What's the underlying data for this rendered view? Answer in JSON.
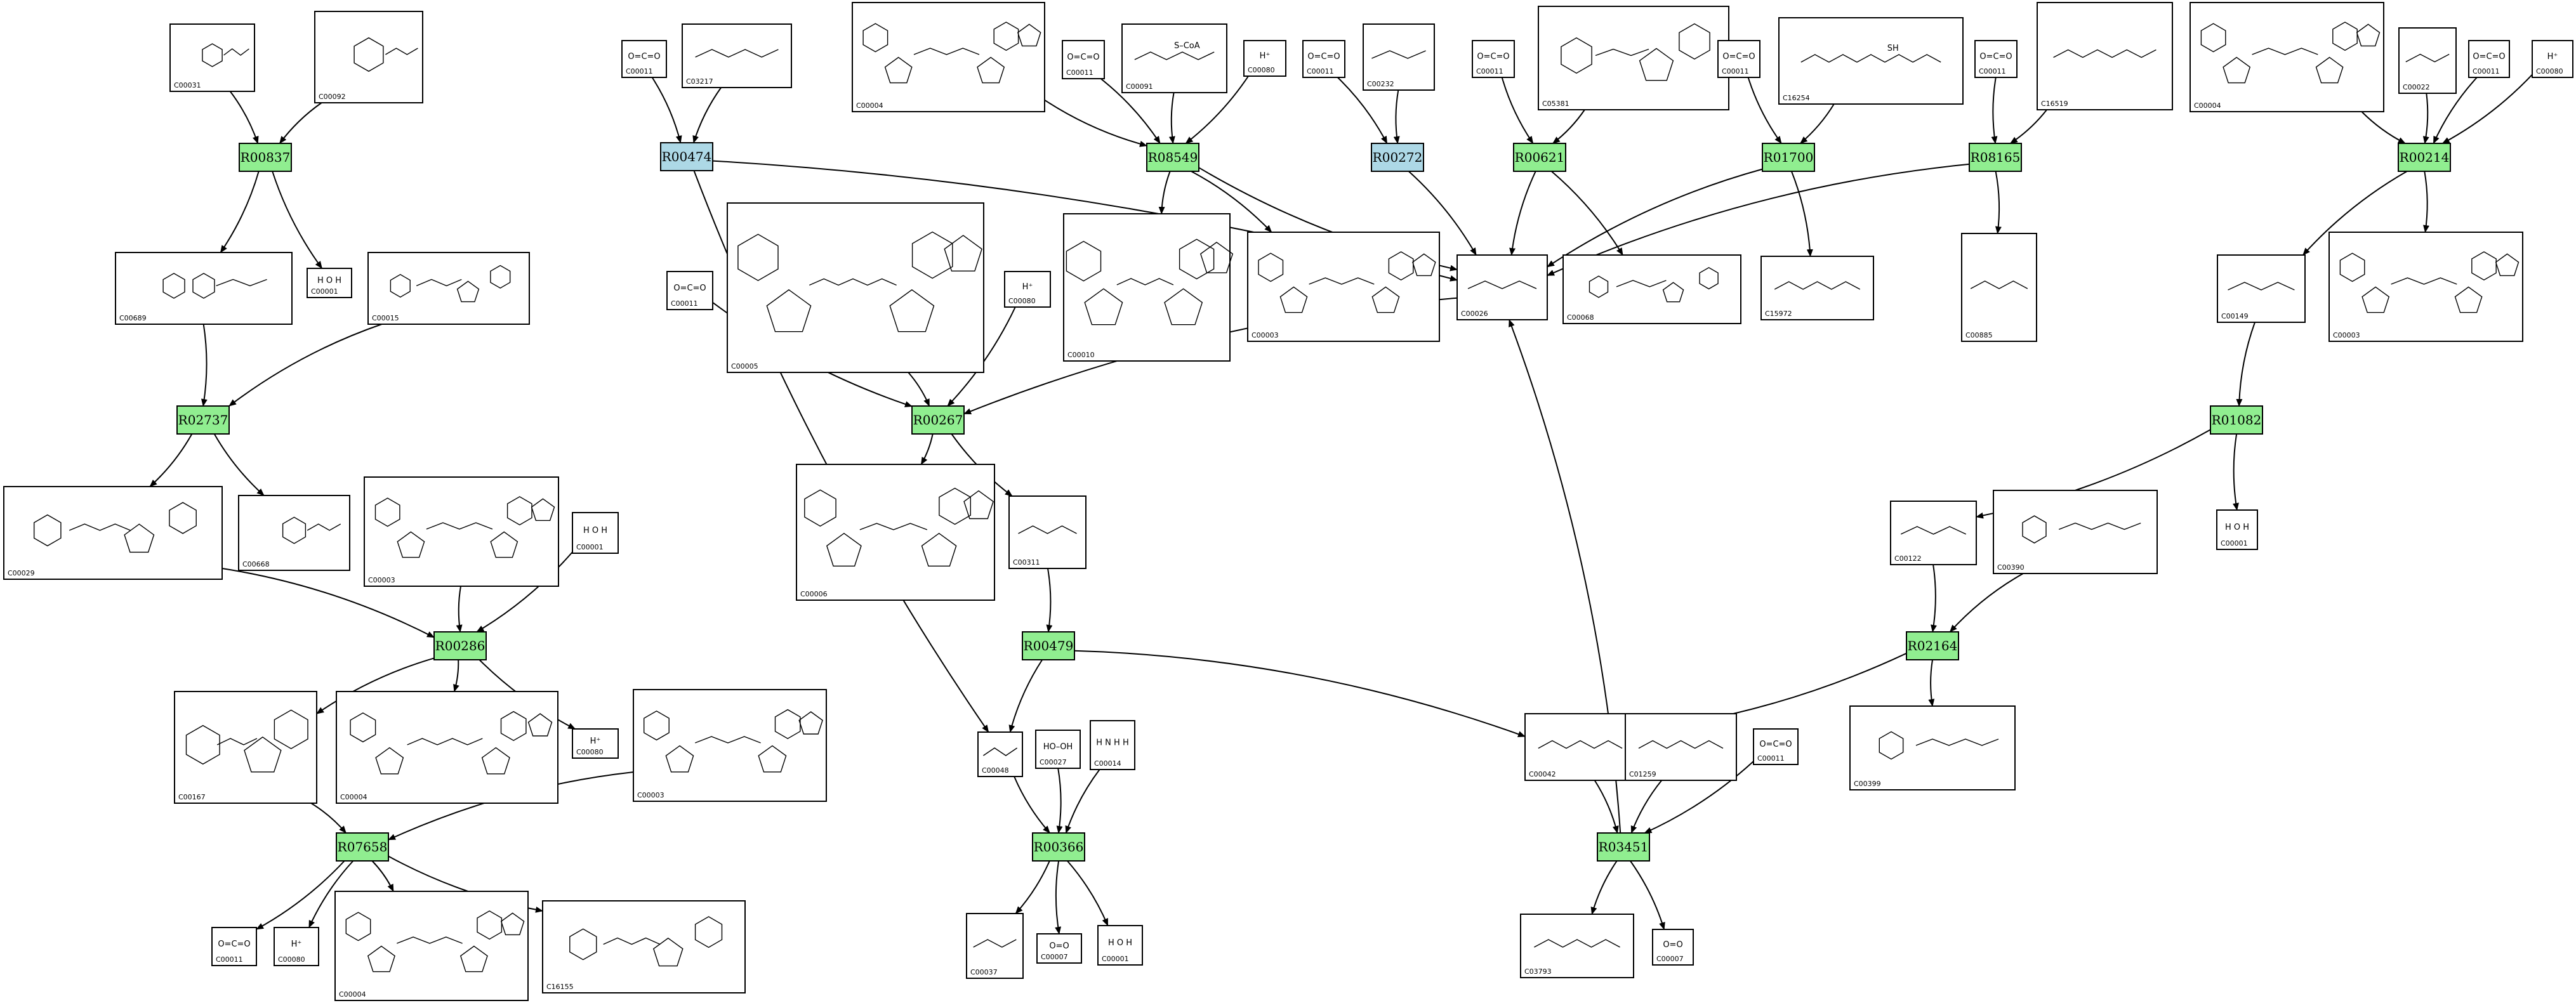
{
  "reactions": [
    {
      "id": "R00837",
      "type": "green"
    },
    {
      "id": "R02737",
      "type": "green"
    },
    {
      "id": "R00286",
      "type": "green"
    },
    {
      "id": "R07658",
      "type": "green"
    },
    {
      "id": "R00474",
      "type": "blue"
    },
    {
      "id": "R00267",
      "type": "green"
    },
    {
      "id": "R08549",
      "type": "green"
    },
    {
      "id": "R00272",
      "type": "blue"
    },
    {
      "id": "R00621",
      "type": "green"
    },
    {
      "id": "R00479",
      "type": "green"
    },
    {
      "id": "R00366",
      "type": "green"
    },
    {
      "id": "R01700",
      "type": "green"
    },
    {
      "id": "R08165",
      "type": "green"
    },
    {
      "id": "R00214",
      "type": "green"
    },
    {
      "id": "R01082",
      "type": "green"
    },
    {
      "id": "R02164",
      "type": "green"
    },
    {
      "id": "R03451",
      "type": "green"
    }
  ],
  "compounds": [
    {
      "key": "c00031",
      "id": "C00031",
      "kind": "sugar"
    },
    {
      "key": "c00092",
      "id": "C00092",
      "kind": "sugar"
    },
    {
      "key": "c00689",
      "id": "C00689",
      "kind": "sugar"
    },
    {
      "key": "c00001a",
      "id": "C00001",
      "kind": "text",
      "text": "H O H"
    },
    {
      "key": "c00015",
      "id": "C00015",
      "kind": "nucleotide"
    },
    {
      "key": "c00029",
      "id": "C00029",
      "kind": "nucleotide"
    },
    {
      "key": "c00668",
      "id": "C00668",
      "kind": "sugar"
    },
    {
      "key": "c00003a",
      "id": "C00003",
      "kind": "nad"
    },
    {
      "key": "c00001b",
      "id": "C00001",
      "kind": "text",
      "text": "H O H"
    },
    {
      "key": "c00167",
      "id": "C00167",
      "kind": "nucleotide"
    },
    {
      "key": "c00004a",
      "id": "C00004",
      "kind": "nad"
    },
    {
      "key": "c00080a",
      "id": "C00080",
      "kind": "text",
      "text": "H⁺"
    },
    {
      "key": "c00003b",
      "id": "C00003",
      "kind": "nad"
    },
    {
      "key": "c00011a",
      "id": "C00011",
      "kind": "text",
      "text": "O=C=O"
    },
    {
      "key": "c00080b",
      "id": "C00080",
      "kind": "text",
      "text": "H⁺"
    },
    {
      "key": "c00004b",
      "id": "C00004",
      "kind": "nad"
    },
    {
      "key": "c16155",
      "id": "C16155",
      "kind": "nucleotide"
    },
    {
      "key": "c00011b",
      "id": "C00011",
      "kind": "text",
      "text": "O=C=O"
    },
    {
      "key": "c03217",
      "id": "C03217",
      "kind": "acid"
    },
    {
      "key": "c00005",
      "id": "C00005",
      "kind": "nad"
    },
    {
      "key": "c00011c",
      "id": "C00011",
      "kind": "text",
      "text": "O=C=O"
    },
    {
      "key": "c00080c",
      "id": "C00080",
      "kind": "text",
      "text": "H⁺"
    },
    {
      "key": "c00006",
      "id": "C00006",
      "kind": "nad"
    },
    {
      "key": "c00311",
      "id": "C00311",
      "kind": "acid"
    },
    {
      "key": "c00048",
      "id": "C00048",
      "kind": "acid"
    },
    {
      "key": "c00027",
      "id": "C00027",
      "kind": "text",
      "text": "HO–OH"
    },
    {
      "key": "c00014",
      "id": "C00014",
      "kind": "text",
      "text": "H N H H"
    },
    {
      "key": "c00037",
      "id": "C00037",
      "kind": "acid"
    },
    {
      "key": "c00007a",
      "id": "C00007",
      "kind": "text",
      "text": "O=O"
    },
    {
      "key": "c00001c",
      "id": "C00001",
      "kind": "text",
      "text": "H O H"
    },
    {
      "key": "c00004c",
      "id": "C00004",
      "kind": "nad"
    },
    {
      "key": "c00011d",
      "id": "C00011",
      "kind": "text",
      "text": "O=C=O"
    },
    {
      "key": "c00091",
      "id": "C00091",
      "kind": "acid",
      "text": "S–CoA"
    },
    {
      "key": "c00080d",
      "id": "C00080",
      "kind": "text",
      "text": "H⁺"
    },
    {
      "key": "c00010",
      "id": "C00010",
      "kind": "nad"
    },
    {
      "key": "c00003c",
      "id": "C00003",
      "kind": "nad"
    },
    {
      "key": "c00011e",
      "id": "C00011",
      "kind": "text",
      "text": "O=C=O"
    },
    {
      "key": "c00232",
      "id": "C00232",
      "kind": "acid"
    },
    {
      "key": "c00011f",
      "id": "C00011",
      "kind": "text",
      "text": "O=C=O"
    },
    {
      "key": "c05381",
      "id": "C05381",
      "kind": "nucleotide"
    },
    {
      "key": "c00026",
      "id": "C00026",
      "kind": "acid"
    },
    {
      "key": "c00068",
      "id": "C00068",
      "kind": "nucleotide"
    },
    {
      "key": "c00011g",
      "id": "C00011",
      "kind": "text",
      "text": "O=C=O"
    },
    {
      "key": "c16254",
      "id": "C16254",
      "kind": "acid",
      "text": "SH"
    },
    {
      "key": "c15972",
      "id": "C15972",
      "kind": "acid"
    },
    {
      "key": "c00011h",
      "id": "C00011",
      "kind": "text",
      "text": "O=C=O"
    },
    {
      "key": "c16519",
      "id": "C16519",
      "kind": "acid"
    },
    {
      "key": "c00885",
      "id": "C00885",
      "kind": "acid"
    },
    {
      "key": "c00004d",
      "id": "C00004",
      "kind": "nad"
    },
    {
      "key": "c00022",
      "id": "C00022",
      "kind": "acid"
    },
    {
      "key": "c00011i",
      "id": "C00011",
      "kind": "text",
      "text": "O=C=O"
    },
    {
      "key": "c00080e",
      "id": "C00080",
      "kind": "text",
      "text": "H⁺"
    },
    {
      "key": "c00149",
      "id": "C00149",
      "kind": "acid"
    },
    {
      "key": "c00003d",
      "id": "C00003",
      "kind": "nad"
    },
    {
      "key": "c00001d",
      "id": "C00001",
      "kind": "text",
      "text": "H O H"
    },
    {
      "key": "c00122",
      "id": "C00122",
      "kind": "acid"
    },
    {
      "key": "c00390",
      "id": "C00390",
      "kind": "quinone"
    },
    {
      "key": "c00399",
      "id": "C00399",
      "kind": "quinone"
    },
    {
      "key": "c00042",
      "id": "C00042",
      "kind": "acid"
    },
    {
      "key": "c01259",
      "id": "C01259",
      "kind": "acid"
    },
    {
      "key": "c00011j",
      "id": "C00011",
      "kind": "text",
      "text": "O=C=O"
    },
    {
      "key": "c03793",
      "id": "C03793",
      "kind": "acid"
    },
    {
      "key": "c00007b",
      "id": "C00007",
      "kind": "text",
      "text": "O=O"
    }
  ],
  "edges": [
    [
      "c00031",
      "R00837"
    ],
    [
      "c00092",
      "R00837"
    ],
    [
      "R00837",
      "c00689"
    ],
    [
      "R00837",
      "c00001a"
    ],
    [
      "c00689",
      "R02737"
    ],
    [
      "c00015",
      "R02737"
    ],
    [
      "R02737",
      "c00029"
    ],
    [
      "R02737",
      "c00668"
    ],
    [
      "c00029",
      "R00286"
    ],
    [
      "c00003a",
      "R00286"
    ],
    [
      "c00001b",
      "R00286"
    ],
    [
      "R00286",
      "c00167"
    ],
    [
      "R00286",
      "c00004a"
    ],
    [
      "R00286",
      "c00080a"
    ],
    [
      "c00167",
      "R07658"
    ],
    [
      "c00003b",
      "R07658"
    ],
    [
      "R07658",
      "c00011a"
    ],
    [
      "R07658",
      "c00080b"
    ],
    [
      "R07658",
      "c00004b"
    ],
    [
      "R07658",
      "c16155"
    ],
    [
      "c00011b",
      "R00474"
    ],
    [
      "c03217",
      "R00474"
    ],
    [
      "R00474",
      "c00026"
    ],
    [
      "R00474",
      "c00048"
    ],
    [
      "c00005",
      "R00267"
    ],
    [
      "c00011c",
      "R00267"
    ],
    [
      "c00080c",
      "R00267"
    ],
    [
      "c00026",
      "R00267"
    ],
    [
      "R00267",
      "c00006"
    ],
    [
      "R00267",
      "c00311"
    ],
    [
      "c00311",
      "R00479"
    ],
    [
      "R00479",
      "c00048"
    ],
    [
      "R00479",
      "c00042"
    ],
    [
      "c00048",
      "R00366"
    ],
    [
      "c00027",
      "R00366"
    ],
    [
      "c00014",
      "R00366"
    ],
    [
      "R00366",
      "c00037"
    ],
    [
      "R00366",
      "c00007a"
    ],
    [
      "R00366",
      "c00001c"
    ],
    [
      "c00004c",
      "R08549"
    ],
    [
      "c00011d",
      "R08549"
    ],
    [
      "c00091",
      "R08549"
    ],
    [
      "c00080d",
      "R08549"
    ],
    [
      "R08549",
      "c00010"
    ],
    [
      "R08549",
      "c00003c"
    ],
    [
      "R08549",
      "c00026"
    ],
    [
      "c00011e",
      "R00272"
    ],
    [
      "c00232",
      "R00272"
    ],
    [
      "R00272",
      "c00026"
    ],
    [
      "c00011f",
      "R00621"
    ],
    [
      "c05381",
      "R00621"
    ],
    [
      "R00621",
      "c00026"
    ],
    [
      "R00621",
      "c00068"
    ],
    [
      "c00011g",
      "R01700"
    ],
    [
      "c16254",
      "R01700"
    ],
    [
      "R01700",
      "c00026"
    ],
    [
      "R01700",
      "c15972"
    ],
    [
      "c00011h",
      "R08165"
    ],
    [
      "c16519",
      "R08165"
    ],
    [
      "R08165",
      "c00026"
    ],
    [
      "R08165",
      "c00885"
    ],
    [
      "c00004d",
      "R00214"
    ],
    [
      "c00022",
      "R00214"
    ],
    [
      "c00011i",
      "R00214"
    ],
    [
      "c00080e",
      "R00214"
    ],
    [
      "R00214",
      "c00149"
    ],
    [
      "R00214",
      "c00003d"
    ],
    [
      "c00149",
      "R01082"
    ],
    [
      "R01082",
      "c00122"
    ],
    [
      "R01082",
      "c00001d"
    ],
    [
      "c00122",
      "R02164"
    ],
    [
      "c00390",
      "R02164"
    ],
    [
      "R02164",
      "c00042"
    ],
    [
      "R02164",
      "c00399"
    ],
    [
      "c00042",
      "R03451"
    ],
    [
      "c01259",
      "R03451"
    ],
    [
      "c00011j",
      "R03451"
    ],
    [
      "R03451",
      "c03793"
    ],
    [
      "R03451",
      "c00007b"
    ],
    [
      "R03451",
      "c00026"
    ]
  ]
}
